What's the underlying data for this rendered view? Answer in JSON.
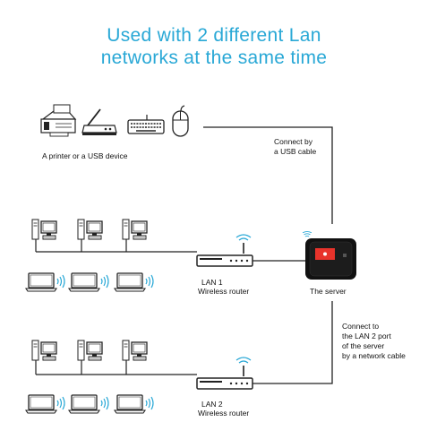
{
  "title": {
    "line1": "Used with 2 different Lan",
    "line2": "networks at the same time"
  },
  "usb": {
    "device_label": "A printer or a USB device",
    "connect_label_1": "Connect by",
    "connect_label_2": "a USB cable"
  },
  "lan1": {
    "name": "LAN 1",
    "type": "Wireless router"
  },
  "lan2": {
    "name": "LAN 2",
    "type": "Wireless router"
  },
  "server": {
    "label": "The server"
  },
  "lan_connect": {
    "line1": "Connect to",
    "line2": "the LAN 2 port",
    "line3": "of the server",
    "line4": "by a network cable"
  },
  "icons": {
    "fax": "fax-printer-icon",
    "scanner": "scanner-icon",
    "keyboard": "keyboard-icon",
    "mouse": "mouse-icon",
    "desktop": "desktop-computer-icon",
    "laptop": "laptop-icon",
    "router": "wireless-router-icon",
    "server": "server-box-icon",
    "wifi": "wifi-signal-icon"
  },
  "colors": {
    "title": "#29a8d6",
    "line": "#222222",
    "server_screen": "#e8332b"
  }
}
